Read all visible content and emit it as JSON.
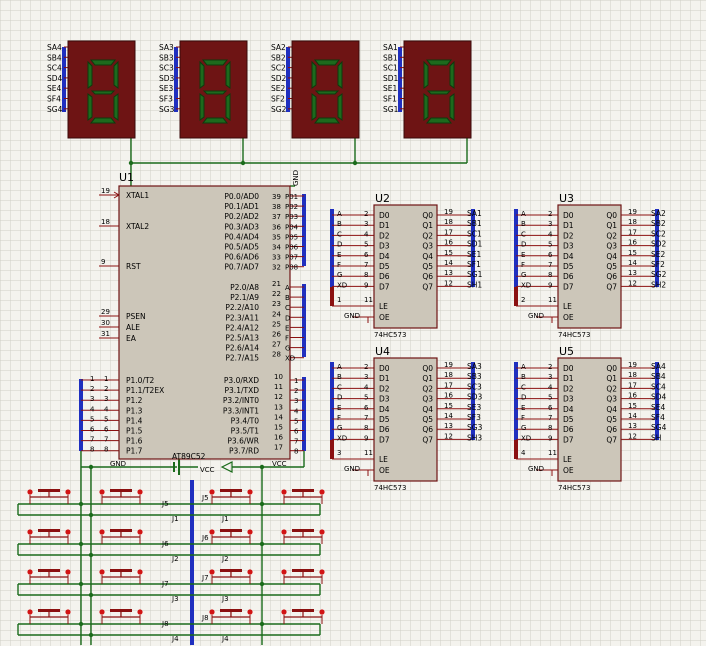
{
  "colors": {
    "background": "#f4f3ee",
    "grid": "#cfcfc6",
    "chip": "#ccc6b9",
    "chip_border": "#6e1414",
    "wire": "#1a6b1a",
    "pin": "#8b1010",
    "bus": "#1f2fbf",
    "text": "#000000",
    "display_body": "#6e1414",
    "segment": "#1d6a1d",
    "segment_border": "#0d3a0d"
  },
  "displays": [
    {
      "labels": [
        "SA4",
        "SB4",
        "SC4",
        "SD4",
        "SE4",
        "SF4",
        "SG4"
      ]
    },
    {
      "labels": [
        "SA3",
        "SB3",
        "SC3",
        "SD3",
        "SE3",
        "SF3",
        "SG3"
      ]
    },
    {
      "labels": [
        "SA2",
        "SB2",
        "SC2",
        "SD2",
        "SE2",
        "SF2",
        "SG2"
      ]
    },
    {
      "labels": [
        "SA1",
        "SB1",
        "SC1",
        "SD1",
        "SE1",
        "SF1",
        "SG1"
      ]
    }
  ],
  "mcu": {
    "ref": "U1",
    "part": "AT89C52",
    "gnd": "GND",
    "left_pins": [
      {
        "num": "19",
        "name": "XTAL1"
      },
      {
        "num": "18",
        "name": "XTAL2"
      },
      {
        "num": "9",
        "name": "RST"
      },
      {
        "num": "29",
        "name": "PSEN"
      },
      {
        "num": "30",
        "name": "ALE"
      },
      {
        "num": "31",
        "name": "EA"
      }
    ],
    "p1": {
      "nums": [
        "1",
        "2",
        "3",
        "4",
        "5",
        "6",
        "7",
        "8"
      ],
      "names": [
        "P1.0/T2",
        "P1.1/T2EX",
        "P1.2",
        "P1.3",
        "P1.4",
        "P1.5",
        "P1.6",
        "P1.7"
      ],
      "nets": [
        "1",
        "2",
        "3",
        "4",
        "5",
        "6",
        "7",
        "8"
      ]
    },
    "p0": {
      "nums": [
        "39",
        "38",
        "37",
        "36",
        "35",
        "34",
        "33",
        "32"
      ],
      "names": [
        "P0.0/AD0",
        "P0.1/AD1",
        "P0.2/AD2",
        "P0.3/AD3",
        "P0.4/AD4",
        "P0.5/AD5",
        "P0.6/AD6",
        "P0.7/AD7"
      ],
      "nets": [
        "P01",
        "P02",
        "P03",
        "P04",
        "P05",
        "P06",
        "P07",
        "P08"
      ]
    },
    "p2": {
      "nums": [
        "21",
        "22",
        "23",
        "24",
        "25",
        "26",
        "27",
        "28"
      ],
      "names": [
        "P2.0/A8",
        "P2.1/A9",
        "P2.2/A10",
        "P2.3/A11",
        "P2.4/A12",
        "P2.5/A13",
        "P2.6/A14",
        "P2.7/A15"
      ],
      "nets": [
        "A",
        "B",
        "C",
        "D",
        "E",
        "F",
        "G",
        "XD"
      ]
    },
    "p3": {
      "nums": [
        "10",
        "11",
        "12",
        "13",
        "14",
        "15",
        "16",
        "17"
      ],
      "names": [
        "P3.0/RXD",
        "P3.1/TXD",
        "P3.2/INT0",
        "P3.3/INT1",
        "P3.4/T0",
        "P3.5/T1",
        "P3.6/WR",
        "P3.7/RD"
      ],
      "nets": [
        "1",
        "2",
        "3",
        "4",
        "5",
        "6",
        "7",
        "8"
      ]
    }
  },
  "latches": [
    {
      "ref": "U2",
      "part": "74HC573",
      "outputs": [
        "SA1",
        "SB1",
        "SC1",
        "SD1",
        "SE1",
        "SF1",
        "SG1",
        "SH1"
      ],
      "le_pin": "11",
      "le_net": "1"
    },
    {
      "ref": "U3",
      "part": "74HC573",
      "outputs": [
        "SA2",
        "SB2",
        "SC2",
        "SD2",
        "SE2",
        "SF2",
        "SG2",
        "SH2"
      ],
      "le_pin": "11",
      "le_net": "2"
    },
    {
      "ref": "U4",
      "part": "74HC573",
      "outputs": [
        "SA3",
        "SB3",
        "SC3",
        "SD3",
        "SE3",
        "SF3",
        "SG3",
        "SH3"
      ],
      "le_pin": "11",
      "le_net": "3"
    },
    {
      "ref": "U5",
      "part": "74HC573",
      "outputs": [
        "SA4",
        "SB4",
        "SC4",
        "SD4",
        "SE4",
        "SF4",
        "SG4",
        "SH"
      ],
      "le_pin": "11",
      "le_net": "4"
    }
  ],
  "latch_inputs": {
    "nets": [
      "A",
      "B",
      "C",
      "D",
      "E",
      "F",
      "G",
      "XD"
    ],
    "in_pins": [
      "2",
      "3",
      "4",
      "5",
      "6",
      "7",
      "8",
      "9"
    ],
    "in_names": [
      "D0",
      "D1",
      "D2",
      "D3",
      "D4",
      "D5",
      "D6",
      "D7"
    ],
    "out_names": [
      "Q0",
      "Q1",
      "Q2",
      "Q3",
      "Q4",
      "Q5",
      "Q6",
      "Q7"
    ],
    "out_pins": [
      "19",
      "18",
      "17",
      "16",
      "15",
      "14",
      "13",
      "12"
    ],
    "le": "LE",
    "oe": "OE",
    "gnd": "GND",
    "oe_pin": "1"
  },
  "power": {
    "gnd": "GND",
    "vcc": "VCC",
    "vcc2": "VCC"
  },
  "keypad": {
    "left_labels": [
      "J5",
      "J6",
      "J7",
      "J8"
    ],
    "left_bottom": [
      "J1",
      "J2",
      "J3",
      "J4"
    ],
    "right_labels": [
      "J5",
      "J6",
      "J7",
      "J8"
    ],
    "right_bottom": [
      "J1",
      "J2",
      "J3",
      "J4"
    ]
  }
}
